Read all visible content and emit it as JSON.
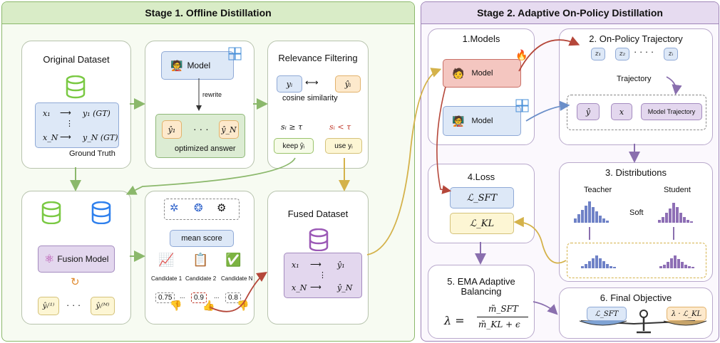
{
  "stage1": {
    "title": "Stage 1. Offline Distillation",
    "original": {
      "title": "Original Dataset",
      "row1_left": "x₁",
      "row1_right": "y₁ (GT)",
      "dots": "⋮",
      "rowN_left": "x_N",
      "rowN_right": "y_N (GT)",
      "caption": "Ground Truth"
    },
    "rewrite": {
      "model": "Model",
      "arrow_label": "rewrite",
      "ans1": "ŷ₁",
      "ans_dots": "· · ·",
      "ansN": "ŷ_N",
      "caption": "optimized answer"
    },
    "relevance": {
      "title": "Relevance Filtering",
      "yi": "yᵢ",
      "yhat": "ŷᵢ",
      "metric": "cosine similarity",
      "cond_keep": "sᵢ ≥ τ",
      "cond_use": "sᵢ < τ",
      "keep": "keep ŷᵢ",
      "use": "use yᵢ"
    },
    "fusion": {
      "model": "Fusion Model",
      "out1": "ŷᵢ⁽¹⁾",
      "dots": "· · ·",
      "outM": "ŷᵢ⁽ᴹ⁾"
    },
    "scoring": {
      "mean": "mean score",
      "c1": "Candidate 1",
      "c2": "Candidate 2",
      "cN": "Candidate N",
      "s1": "0.75",
      "s2": "0.9",
      "sN": "0.8",
      "dots": "...",
      "dots2": "..."
    },
    "fused": {
      "title": "Fused Dataset",
      "r1l": "x₁",
      "r1r": "ŷ₁",
      "dots": "⋮",
      "rNl": "x_N",
      "rNr": "ŷ_N"
    }
  },
  "stage2": {
    "title": "Stage 2. Adaptive On-Policy Distillation",
    "models": {
      "title": "1.Models",
      "teacher": "Model",
      "student": "Model"
    },
    "trajectory": {
      "title": "2. On-Policy Trajectory",
      "z1": "z₁",
      "z2": "z₂",
      "dots": "· · · ·",
      "zi": "zᵢ",
      "label": "Trajectory",
      "yhat": "ŷ",
      "x": "x",
      "model_traj": "Model Trajectory"
    },
    "distributions": {
      "title": "3. Distributions",
      "teacher": "Teacher",
      "student": "Student",
      "soft": "Soft"
    },
    "loss": {
      "title": "4.Loss",
      "sft": "ℒ_SFT",
      "kl": "ℒ_KL"
    },
    "ema": {
      "title": "5. EMA Adaptive Balancing",
      "lambda": "λ =",
      "num": "m̃_SFT",
      "den": "m̃_KL + ϵ"
    },
    "final": {
      "title": "6. Final Objective",
      "left": "ℒ_SFT",
      "right": "λ · ℒ_KL"
    }
  }
}
